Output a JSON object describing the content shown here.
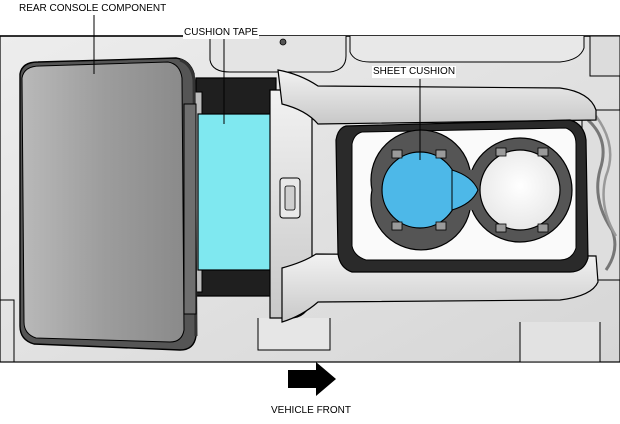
{
  "callouts": {
    "rear_console_component": "REAR CONSOLE COMPONENT",
    "cushion_tape": "CUSHION TAPE",
    "sheet_cushion": "SHEET CUSHION"
  },
  "direction": {
    "label": "VEHICLE FRONT",
    "arrow_icon": "right-arrow-icon"
  },
  "colors": {
    "highlight": "#7fe8f0",
    "cup_highlight": "#4db8e8",
    "line": "#000000"
  }
}
